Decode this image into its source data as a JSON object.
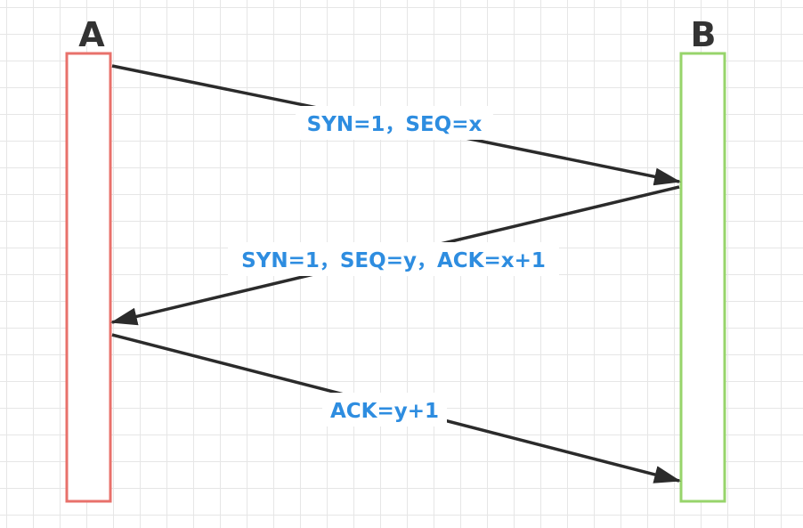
{
  "participants": [
    {
      "label": "A",
      "color": "#e8716b"
    },
    {
      "label": "B",
      "color": "#97d46b"
    }
  ],
  "messages": [
    {
      "label": "SYN=1，SEQ=x"
    },
    {
      "label": "SYN=1，SEQ=y，ACK=x+1"
    },
    {
      "label": "ACK=y+1"
    }
  ],
  "colors": {
    "arrow": "#2b2b2b",
    "label": "#2e8de0",
    "grid": "#e6e6e6"
  }
}
